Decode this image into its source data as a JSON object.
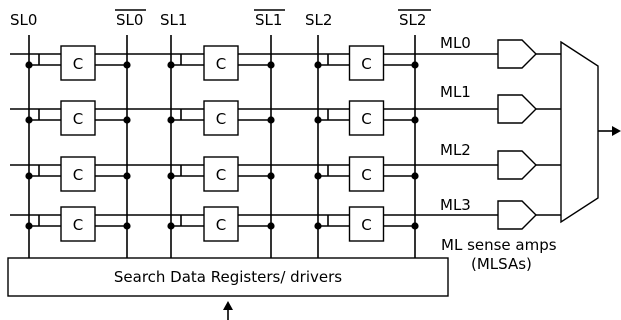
{
  "search_lines": {
    "sl0": "SL0",
    "sl0_bar": "SL0",
    "sl1": "SL1",
    "sl1_bar": "SL1",
    "sl2": "SL2",
    "sl2_bar": "SL2"
  },
  "match_lines": [
    "ML0",
    "ML1",
    "ML2",
    "ML3"
  ],
  "cell_label": "C",
  "sense_amps": {
    "line1": "ML sense amps",
    "line2": "(MLSAs)"
  },
  "registers": {
    "label": "Search Data Registers/ drivers"
  }
}
